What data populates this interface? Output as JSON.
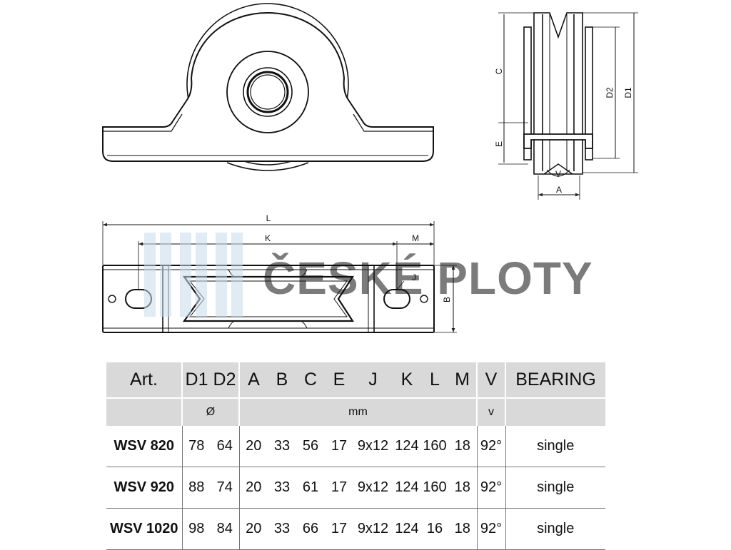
{
  "drawing": {
    "dims": {
      "C": "C",
      "E": "E",
      "D2": "D2",
      "D1": "D1",
      "V": "V",
      "A": "A",
      "L": "L",
      "K": "K",
      "M": "M",
      "J": "J",
      "B": "B"
    },
    "watermark": "ČESKÉ PLOTY"
  },
  "table": {
    "headers": [
      "Art.",
      "D1",
      "D2",
      "A",
      "B",
      "C",
      "E",
      "J",
      "K",
      "L",
      "M",
      "V",
      "BEARING"
    ],
    "units": {
      "diameter": "Ø",
      "mm": "mm",
      "v": "v"
    },
    "rows": [
      {
        "art": "WSV 820",
        "D1": "78",
        "D2": "64",
        "A": "20",
        "B": "33",
        "C": "56",
        "E": "17",
        "J": "9x12",
        "K": "124",
        "L": "160",
        "M": "18",
        "V": "92°",
        "bearing": "single"
      },
      {
        "art": "WSV 920",
        "D1": "88",
        "D2": "74",
        "A": "20",
        "B": "33",
        "C": "61",
        "E": "17",
        "J": "9x12",
        "K": "124",
        "L": "160",
        "M": "18",
        "V": "92°",
        "bearing": "single"
      },
      {
        "art": "WSV 1020",
        "D1": "98",
        "D2": "84",
        "A": "20",
        "B": "33",
        "C": "66",
        "E": "17",
        "J": "9x12",
        "K": "124",
        "L": "16",
        "M": "18",
        "V": "92°",
        "bearing": "single"
      }
    ]
  }
}
